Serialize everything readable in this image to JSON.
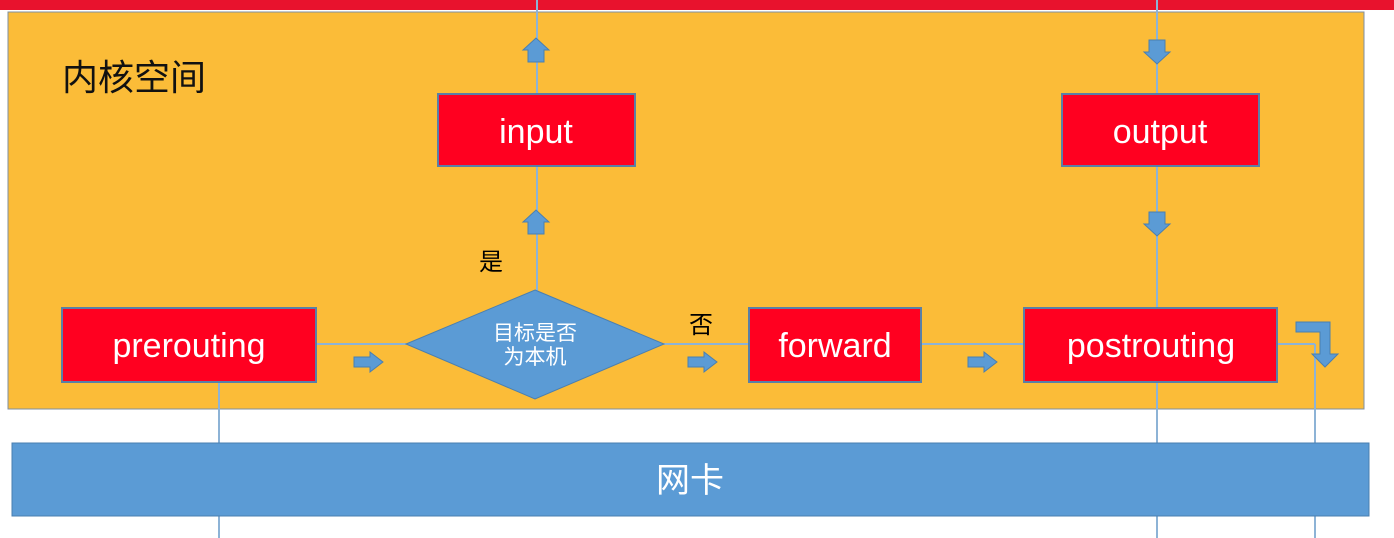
{
  "kernel_space": {
    "label": "内核空间"
  },
  "nic": {
    "label": "网卡"
  },
  "nodes": {
    "prerouting": "prerouting",
    "input": "input",
    "output": "output",
    "forward": "forward",
    "postrouting": "postrouting"
  },
  "decision": {
    "line1": "目标是否",
    "line2": "为本机"
  },
  "edge_labels": {
    "yes": "是",
    "no": "否"
  },
  "colors": {
    "top_stripe": "#e8122d",
    "kernel_fill": "#fbbc38",
    "node_fill": "#ff0020",
    "node_border": "#5a7fa6",
    "diamond_fill": "#5b9bd5",
    "nic_fill": "#5b9bd5",
    "arrow": "#5b9bd5",
    "line": "#8db3d6"
  }
}
